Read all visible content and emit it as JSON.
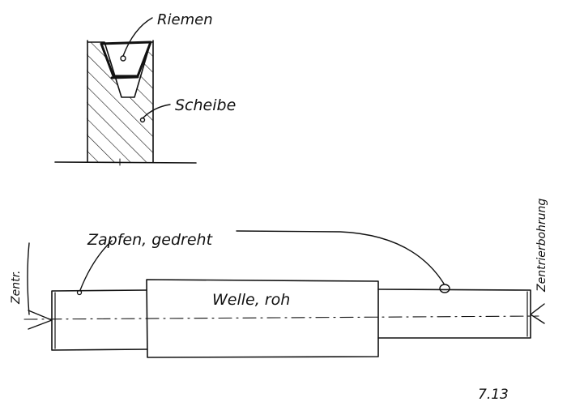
{
  "labels": {
    "riemen": "Riemen",
    "scheibe": "Scheibe",
    "zapfen": "Zapfen, gedreht",
    "welle": "Welle, roh",
    "zentr_left": "Zentr.",
    "zentrierbohrung": "Zentrierbohrung",
    "figure_number": "7.13"
  },
  "colors": {
    "ink": "#111111",
    "paper": "#ffffff"
  }
}
